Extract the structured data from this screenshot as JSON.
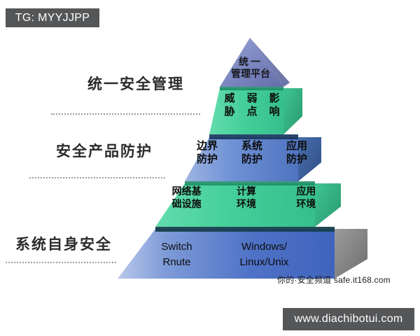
{
  "watermarks": {
    "top": "TG: MYYJJPP",
    "bottom": "www.diachibotui.com",
    "credit": "你的·安全频道  safe.it168.com"
  },
  "chart_data": {
    "type": "diagram",
    "subtype": "3d-layered-pyramid",
    "title": "",
    "orientation": "apex-top",
    "stage_labels": [
      {
        "label": "统一安全管理",
        "maps_to_layers": [
          0,
          1
        ]
      },
      {
        "label": "安全产品防护",
        "maps_to_layers": [
          2
        ]
      },
      {
        "label": "系统自身安全",
        "maps_to_layers": [
          3,
          4
        ]
      }
    ],
    "layers": [
      {
        "index": 0,
        "name": "apex",
        "shape": "triangle",
        "color": "#7e88c4",
        "side_color": "#6670ae",
        "lines": [
          "统一",
          "管理平台"
        ],
        "columns": []
      },
      {
        "index": 1,
        "name": "threat-layer",
        "shape": "trapezoid",
        "color": "#4fd6a5",
        "side_color": "#2fa87e",
        "lines": [],
        "columns": [
          [
            "威",
            "胁"
          ],
          [
            "弱",
            "点"
          ],
          [
            "影",
            "响"
          ]
        ],
        "columns_text": [
          "威胁",
          "弱点",
          "影响"
        ]
      },
      {
        "index": 2,
        "name": "security-product-layer",
        "shape": "trapezoid",
        "color": "#6c8fd6",
        "side_color": "#3a5d96",
        "lines": [],
        "columns": [
          [
            "边界",
            "防护"
          ],
          [
            "系统",
            "防护"
          ],
          [
            "应用",
            "防护"
          ]
        ],
        "columns_text": [
          "边界防护",
          "系统防护",
          "应用防护"
        ]
      },
      {
        "index": 3,
        "name": "infrastructure-layer",
        "shape": "trapezoid",
        "color": "#4fd0a0",
        "side_color": "#2fa87e",
        "lines": [],
        "columns": [
          [
            "网络基",
            "础设施"
          ],
          [
            "计算",
            "环境"
          ],
          [
            "应用",
            "环境"
          ]
        ],
        "columns_text": [
          "网络基础设施",
          "计算环境",
          "应用环境"
        ]
      },
      {
        "index": 4,
        "name": "base-layer",
        "shape": "trapezoid",
        "color": "#5b7fcf",
        "side_color": "#8a8a8a",
        "lines": [],
        "columns": [
          [
            "Switch",
            "Rnute"
          ],
          [
            "Windows/",
            "Linux/Unix"
          ]
        ],
        "columns_text": [
          "Switch Rnute",
          "Windows/ Linux/Unix"
        ]
      }
    ],
    "colors": {
      "apex": "#7e88c4",
      "green": "#4fd0a0",
      "blue": "#6c8fd6",
      "base_blue": "#5b7fcf",
      "base_side_gray": "#8a8a8a",
      "background": "#ffffff",
      "watermark_box": "#555658",
      "dotted_guide": "#9a9a9a"
    }
  }
}
